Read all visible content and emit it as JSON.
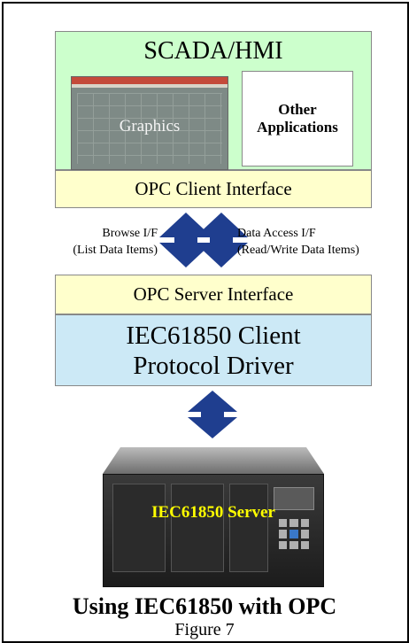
{
  "scada_hmi": {
    "title": "SCADA/HMI",
    "graphics_label": "Graphics",
    "other_apps_line1": "Other",
    "other_apps_line2": "Applications"
  },
  "opc_client_interface": "OPC Client Interface",
  "browse_if": {
    "line1": "Browse I/F",
    "line2": "(List Data Items)"
  },
  "data_access_if": {
    "line1": "Data Access I/F",
    "line2": "(Read/Write Data Items)"
  },
  "opc_server_interface": "OPC Server Interface",
  "iec_client_driver": {
    "line1": "IEC61850 Client",
    "line2": "Protocol Driver"
  },
  "iec_server_label": "IEC61850 Server",
  "caption_title": "Using IEC61850 with OPC",
  "caption_figure": "Figure 7",
  "colors": {
    "green_box": "#ccffcc",
    "yellow_box": "#ffffcc",
    "blue_box": "#cce9f6",
    "arrow": "#1f3e8f",
    "server_label": "#ffff00"
  }
}
